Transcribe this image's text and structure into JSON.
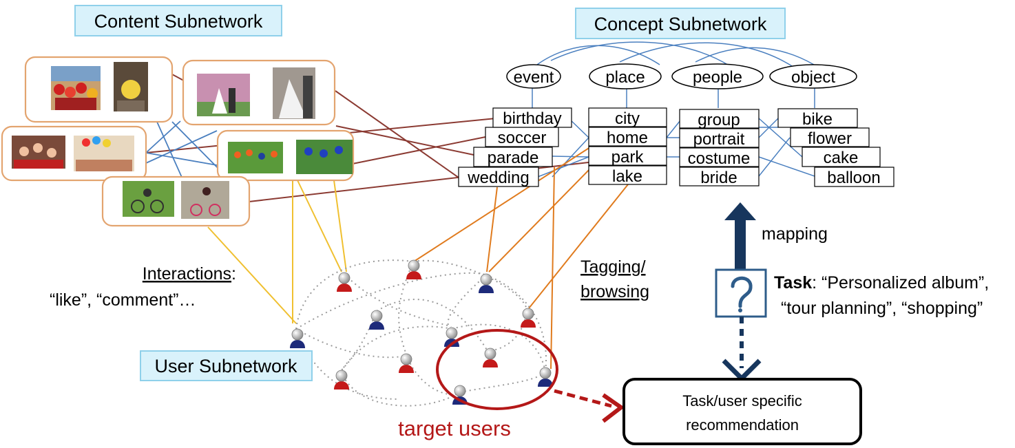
{
  "titles": {
    "content": "Content Subnetwork",
    "concept": "Concept Subnetwork",
    "user": "User Subnetwork"
  },
  "categories": [
    "event",
    "place",
    "people",
    "object"
  ],
  "tags": {
    "event": [
      "birthday",
      "soccer",
      "parade",
      "wedding"
    ],
    "place": [
      "city",
      "home",
      "park",
      "lake"
    ],
    "people": [
      "group",
      "portrait",
      "costume",
      "bride"
    ],
    "object": [
      "bike",
      "flower",
      "cake",
      "balloon"
    ]
  },
  "labels": {
    "interactions_title": "Interactions",
    "interactions_colon": ":",
    "interactions_examples": "“like”, “comment”…",
    "tagging_line1": "Tagging/",
    "tagging_line2": "browsing",
    "mapping": "mapping",
    "task_bold": "Task",
    "task_line1_rest": ": “Personalized album”,",
    "task_line2": "“tour planning”, “shopping”",
    "target_users": "target users"
  },
  "recommendation": {
    "line1": "Task/user specific",
    "line2": "recommendation"
  },
  "colors": {
    "title_fill": "#d9f2fb",
    "photo_border": "#e3a46f",
    "content_link_blue": "#4a7fbf",
    "content_concept_link": "#8b3a32",
    "interaction_link": "#f0c030",
    "tagging_link": "#e07b1e",
    "mapping_arrow": "#17365d",
    "target_red": "#b41818"
  },
  "icons": {
    "task": "question-mark-icon",
    "user_node": "person-icon"
  }
}
